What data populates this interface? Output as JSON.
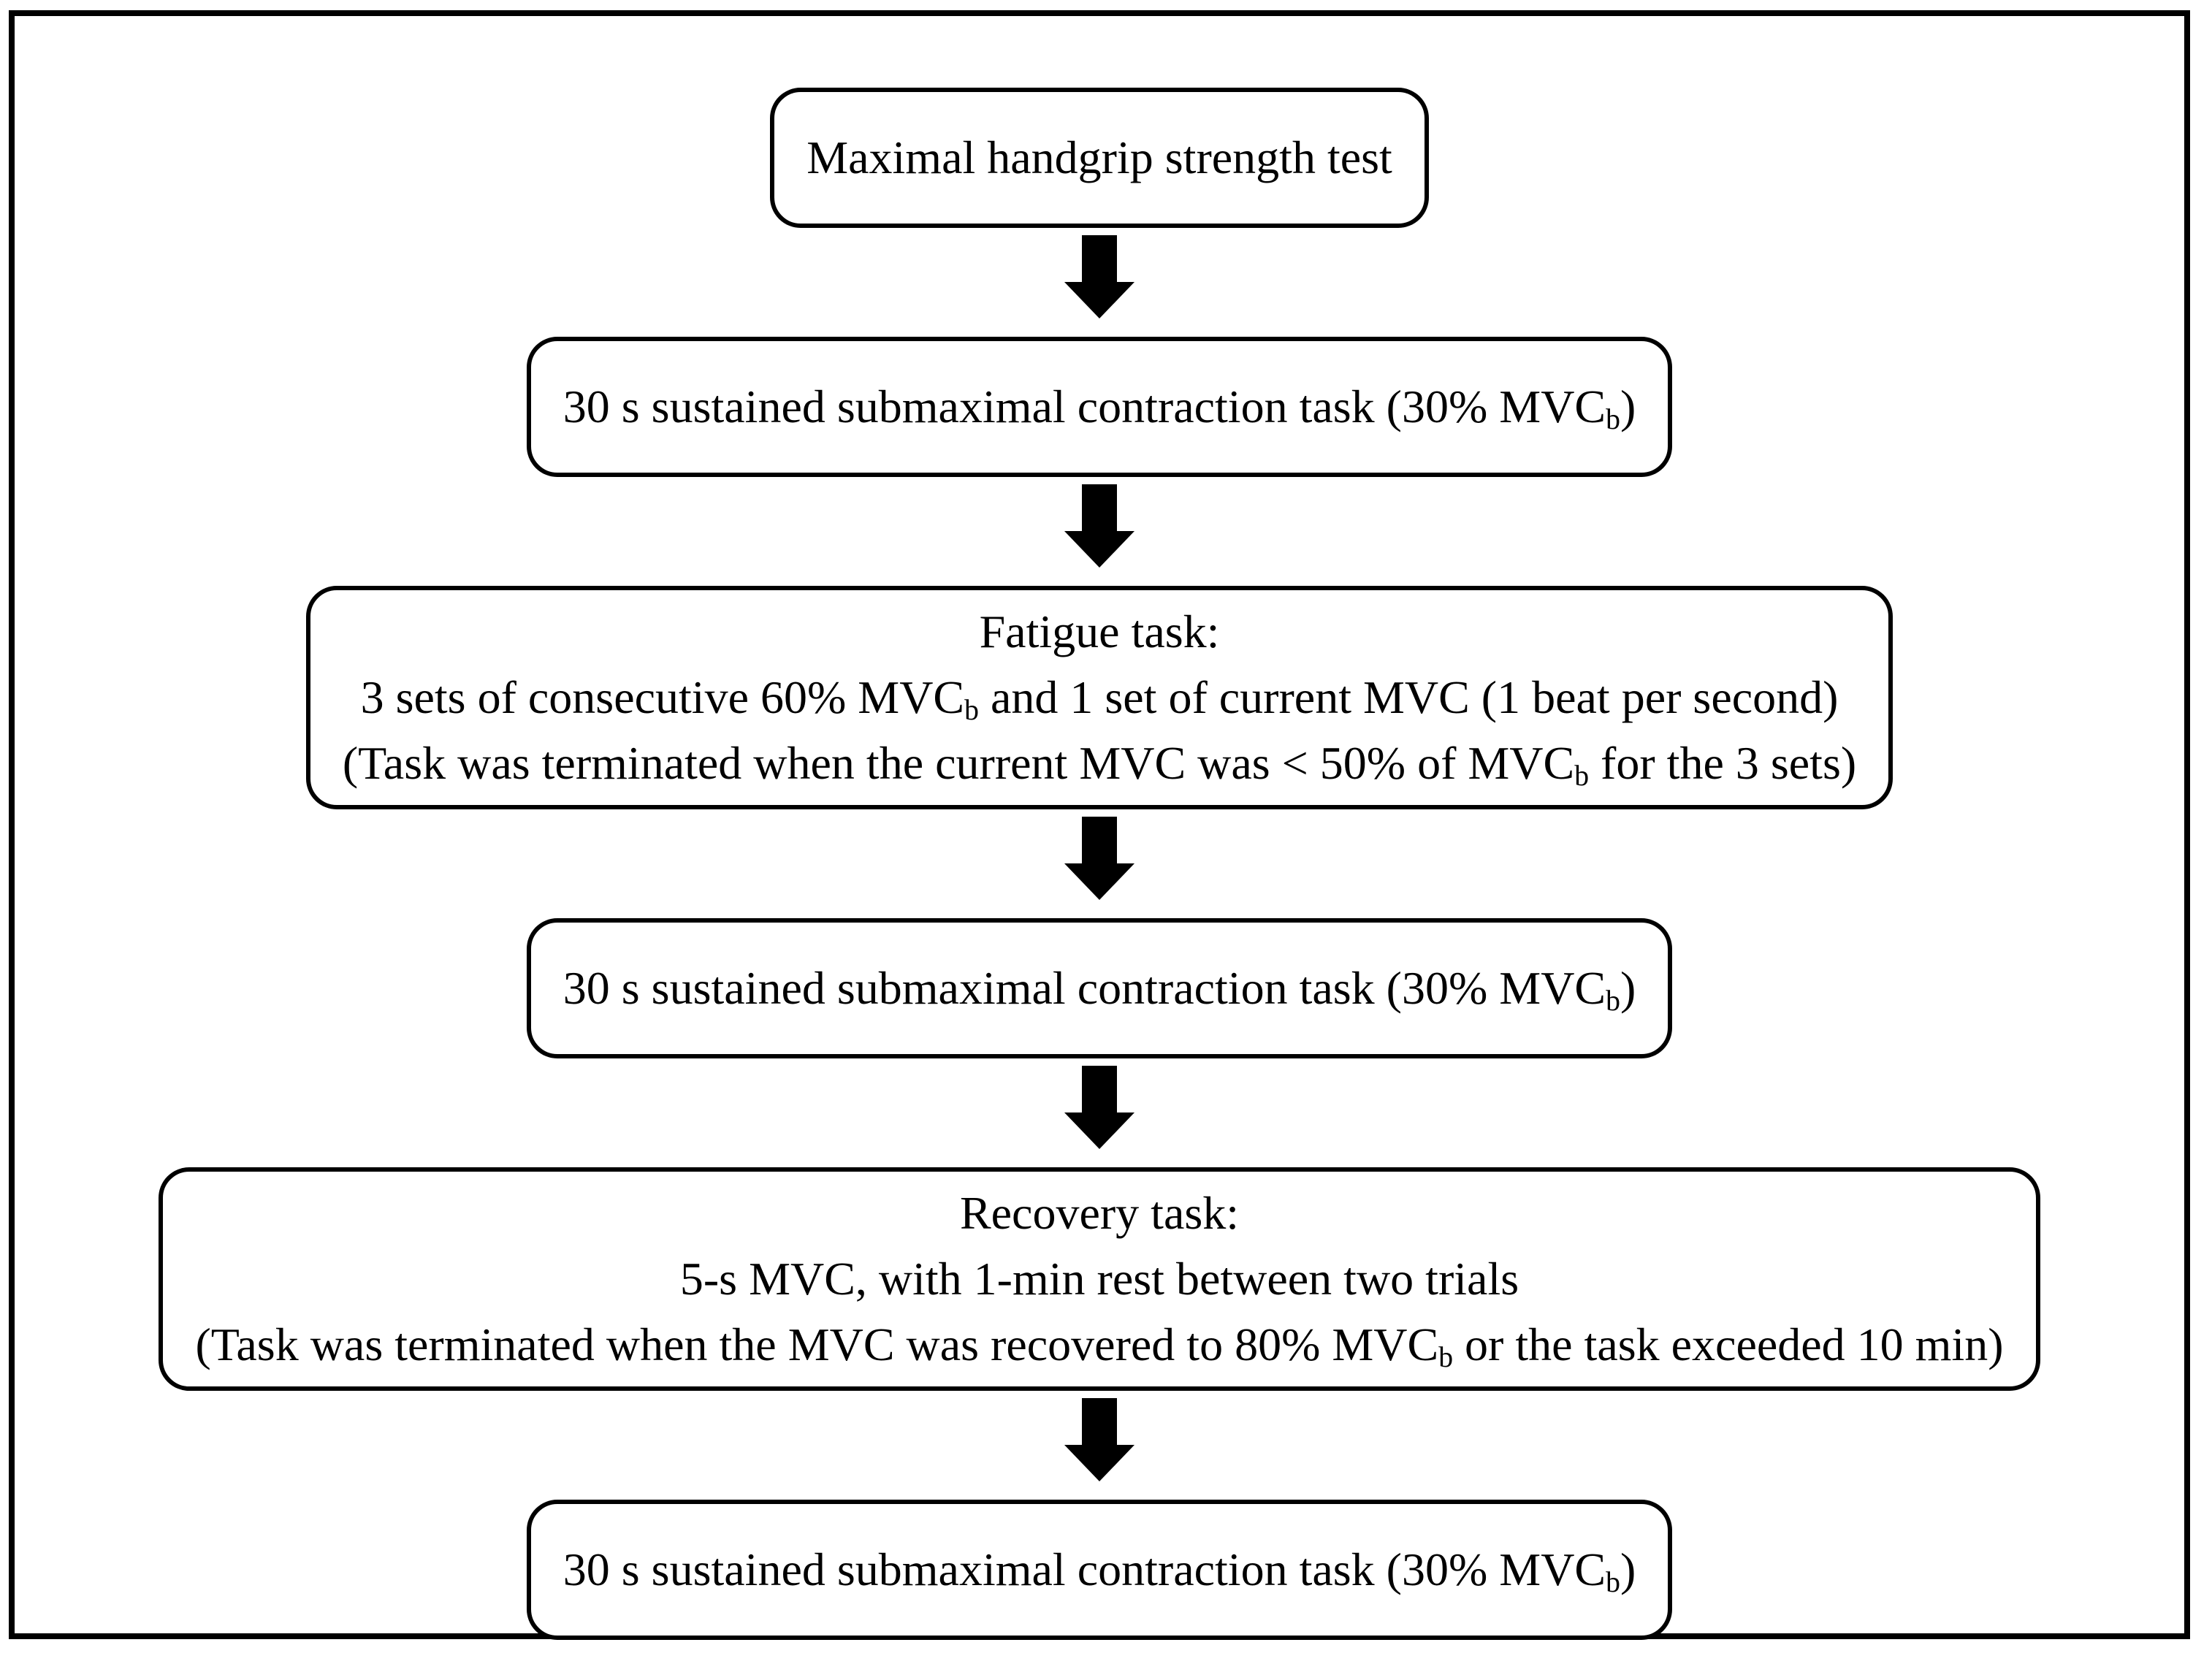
{
  "figure": {
    "background": "#ffffff",
    "border_color": "#000000",
    "box_fill": "#ffffff",
    "box_border_color": "#000000",
    "arrow_color": "#000000",
    "arrow_icon": "down-block-arrow-icon"
  },
  "flow": {
    "nodes": [
      {
        "name": "maximal-handgrip-strength-test",
        "size": "single",
        "lines": [
          [
            {
              "text": "Maximal handgrip strength test"
            }
          ]
        ]
      },
      {
        "name": "submaximal-contraction-task-1",
        "size": "single",
        "lines": [
          [
            {
              "text": "30 s sustained submaximal contraction task (30% MVC"
            },
            {
              "text": "b",
              "sub": true
            },
            {
              "text": ")"
            }
          ]
        ]
      },
      {
        "name": "fatigue-task",
        "size": "multi",
        "lines": [
          [
            {
              "text": "Fatigue task:"
            }
          ],
          [
            {
              "text": "3 sets of consecutive 60% MVC"
            },
            {
              "text": "b",
              "sub": true
            },
            {
              "text": " and 1 set of current MVC (1 beat per second)"
            }
          ],
          [
            {
              "text": "(Task was terminated when the current MVC was < 50% of MVC"
            },
            {
              "text": "b",
              "sub": true
            },
            {
              "text": " for the 3 sets)"
            }
          ]
        ]
      },
      {
        "name": "submaximal-contraction-task-2",
        "size": "single",
        "lines": [
          [
            {
              "text": "30 s sustained submaximal contraction task (30% MVC"
            },
            {
              "text": "b",
              "sub": true
            },
            {
              "text": ")"
            }
          ]
        ]
      },
      {
        "name": "recovery-task",
        "size": "multi",
        "lines": [
          [
            {
              "text": "Recovery task:"
            }
          ],
          [
            {
              "text": "5-s MVC, with 1-min rest between two trials"
            }
          ],
          [
            {
              "text": "(Task was terminated when the MVC was recovered to 80% MVC"
            },
            {
              "text": "b",
              "sub": true
            },
            {
              "text": " or the task exceeded 10 min)"
            }
          ]
        ]
      },
      {
        "name": "submaximal-contraction-task-3",
        "size": "single",
        "lines": [
          [
            {
              "text": "30 s sustained submaximal contraction task (30% MVC"
            },
            {
              "text": "b",
              "sub": true
            },
            {
              "text": ")"
            }
          ]
        ]
      }
    ]
  }
}
